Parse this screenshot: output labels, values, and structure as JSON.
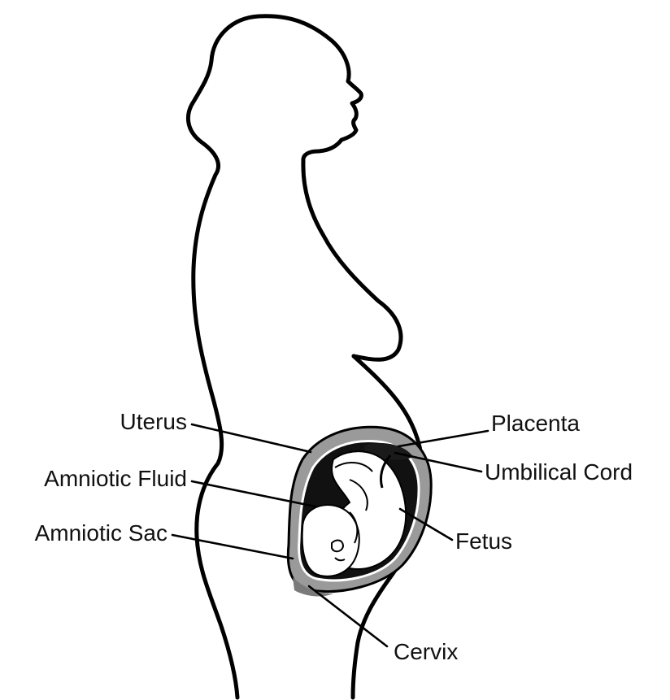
{
  "labels": {
    "uterus": "Uterus",
    "amniotic_fluid": "Amniotic Fluid",
    "amniotic_sac": "Amniotic Sac",
    "placenta": "Placenta",
    "umbilical_cord": "Umbilical Cord",
    "fetus": "Fetus",
    "cervix": "Cervix"
  },
  "colors": {
    "outline": "#000000",
    "uterus_wall": "#9a9a9a",
    "amniotic_fluid": "#111111",
    "fetus": "#ffffff",
    "background": "#ffffff"
  }
}
